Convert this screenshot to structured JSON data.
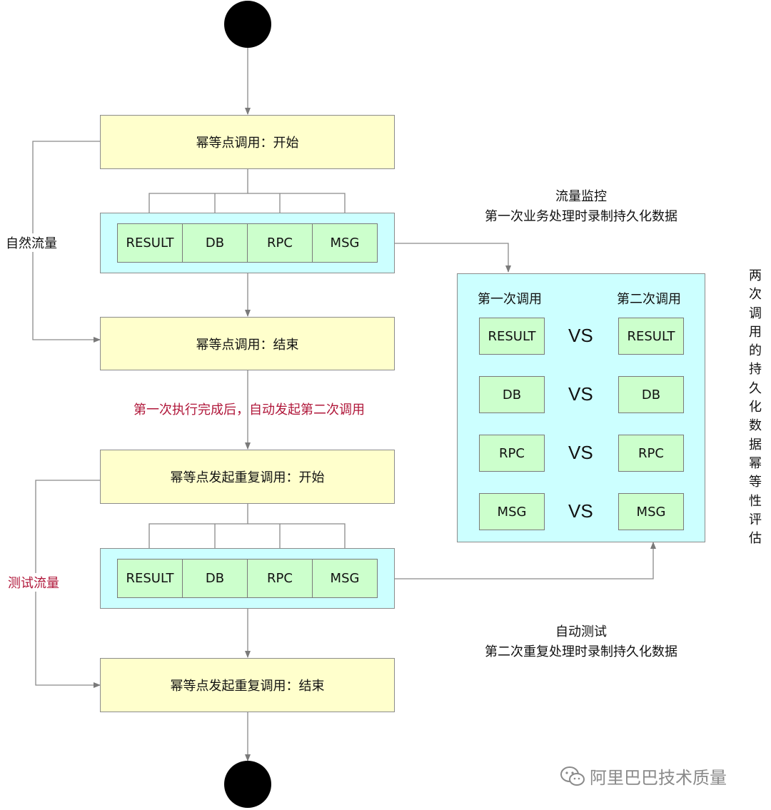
{
  "steps": {
    "start": "幂等点调用：开始",
    "end": "幂等点调用：结束",
    "repeat_start": "幂等点发起重复调用：开始",
    "repeat_end": "幂等点发起重复调用：结束"
  },
  "record_items": [
    "RESULT",
    "DB",
    "RPC",
    "MSG"
  ],
  "side_labels": {
    "natural": "自然流量",
    "test": "测试流量"
  },
  "auto_trigger": "第一次执行完成后，自动发起第二次调用",
  "monitor_note": {
    "line1": "流量监控",
    "line2": "第一次业务处理时录制持久化数据"
  },
  "test_note": {
    "line1": "自动测试",
    "line2": "第二次重复处理时录制持久化数据"
  },
  "compare": {
    "first_header": "第一次调用",
    "second_header": "第二次调用",
    "vs": "VS",
    "rows": [
      "RESULT",
      "DB",
      "RPC",
      "MSG"
    ]
  },
  "vertical_caption": [
    "两",
    "次",
    "调",
    "用",
    "的",
    "持",
    "久",
    "化",
    "数",
    "据",
    "幂",
    "等",
    "性",
    "评",
    "估"
  ],
  "watermark": "阿里巴巴技术质量",
  "colors": {
    "step_fill": "#ffffcc",
    "group_fill": "#ccffff",
    "item_fill": "#ccffcc",
    "note_red": "#b0173a"
  }
}
